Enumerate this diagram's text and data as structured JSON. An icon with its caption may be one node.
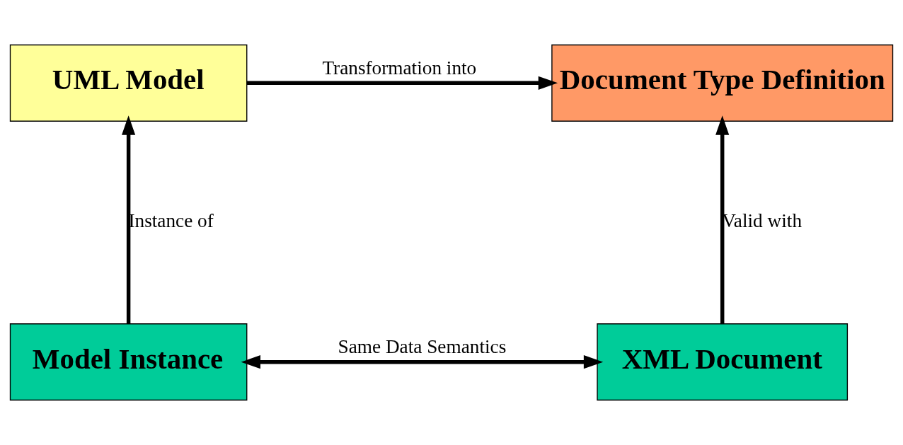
{
  "diagram": {
    "nodes": [
      {
        "text": [
          "UML Model"
        ]
      },
      {
        "text": [
          "Document Type Definition"
        ]
      },
      {
        "text": [
          "Model Instance"
        ]
      },
      {
        "text": [
          "XML Document"
        ]
      }
    ],
    "edges": [
      {
        "from": 0,
        "to": 1,
        "arrow": "to",
        "label": "Transformation into"
      },
      {
        "from": 2,
        "to": 0,
        "arrow": "to",
        "label": "Instance of"
      },
      {
        "from": 3,
        "to": 1,
        "arrow": "to",
        "label": "Valid with"
      },
      {
        "from": 2,
        "to": 3,
        "arrow": "both",
        "label": "Same Data Semantics"
      }
    ]
  }
}
